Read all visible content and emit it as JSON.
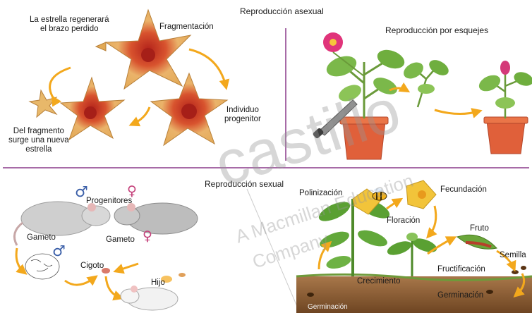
{
  "titles": {
    "asexual": "Reproducción asexual",
    "esquejes": "Reproducción por esquejes",
    "sexual": "Reproducción sexual"
  },
  "starfish": {
    "regenera": "La estrella regenerará\nel brazo perdido",
    "fragmentacion": "Fragmentación",
    "progenitor": "Individuo\nprogenitor",
    "nueva": "Del fragmento\nsurge una nueva\nestrella"
  },
  "animals": {
    "progenitores": "Progenitores",
    "gameto_left": "Gameto",
    "gameto_right": "Gameto",
    "cigoto": "Cigoto",
    "hijo": "Hijo"
  },
  "plants": {
    "polinizacion": "Polinización",
    "fecundacion": "Fecundación",
    "floracion": "Floración",
    "fruto": "Fruto",
    "semilla": "Semilla",
    "crecimiento": "Crecimiento",
    "fructificacion": "Fructificación",
    "germinacion": "Germinación",
    "germinacion_bottom": "Germinación"
  },
  "watermark": {
    "brand": "castillo",
    "line1": "A Macmillan Education",
    "line2": "Company"
  },
  "colors": {
    "divider": "#8a3a8a",
    "arrow": "#f3a81c",
    "starfish": "#e8b86a",
    "starfish_center": "#c0281f",
    "pot": "#e0603a",
    "leaf": "#7bb84a",
    "soil": "#8a5a2e"
  }
}
